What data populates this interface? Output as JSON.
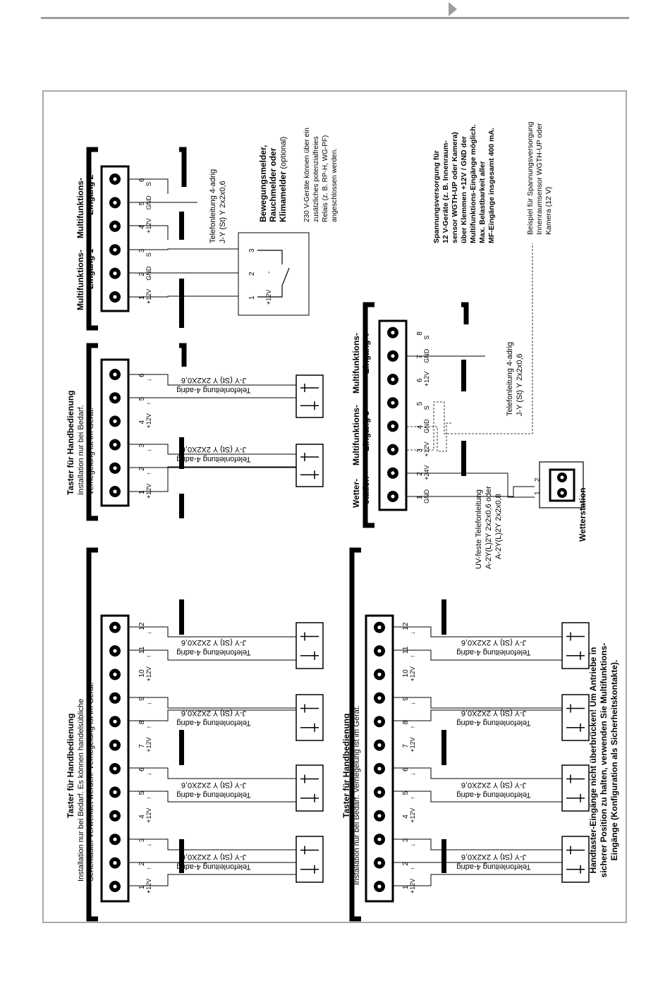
{
  "header": {
    "accent_color": "#9c9c9c"
  },
  "blocks": {
    "hand_a": {
      "title": "Taster für Handbedienung",
      "line1": "Installation nur bei Bedarf. Es können handelsübliche",
      "line2": "Serientaster verwendet werden. Verriegelung ist im Gerät.",
      "terminals": [
        "1",
        "2",
        "3",
        "4",
        "5",
        "6",
        "7",
        "8",
        "9",
        "10",
        "11",
        "12"
      ],
      "symbols": [
        "+12V",
        "↑",
        "↓",
        "+12V",
        "↑",
        "↓",
        "+12V",
        "↑",
        "↓",
        "+12V",
        "↑",
        "↓"
      ]
    },
    "hand_b": {
      "title": "Taster für Handbedienung",
      "line1": "Installation nur bei Bedarf. Verriegelung ist im Gerät.",
      "terminals": [
        "1",
        "2",
        "3",
        "4",
        "5",
        "6",
        "7",
        "8",
        "9",
        "10",
        "11",
        "12"
      ],
      "symbols": [
        "+12V",
        "↑",
        "↓",
        "+12V",
        "↑",
        "↓",
        "+12V",
        "↑",
        "↓",
        "+12V",
        "↑",
        "↓"
      ]
    },
    "hand_c": {
      "title": "Taster für Handbedienung",
      "line1": "Installation nur bei Bedarf.",
      "line2": "Verriegelung ist im Gerät.",
      "terminals": [
        "1",
        "2",
        "3",
        "4",
        "5",
        "6"
      ],
      "symbols": [
        "+12V",
        "↑",
        "↓",
        "+12V",
        "↑",
        "↓"
      ]
    },
    "mf12": {
      "title1a": "Multifunktions-",
      "title1b": "Eingang 1",
      "title2a": "Multifunktions-",
      "title2b": "Eingang 2",
      "terminals": [
        "1",
        "2",
        "3",
        "4",
        "5",
        "6"
      ],
      "symbols": [
        "+12V",
        "GND",
        "S",
        "+12V",
        "GND",
        "S"
      ],
      "cable1": "Telefonleitung 4-adrig",
      "cable2": "J-Y (St) Y 2x2x0,6",
      "sensor_title1": "Bewegungsmelder,",
      "sensor_title2": "Rauchmelder oder",
      "sensor_title3": "Klimamelder",
      "sensor_optional": "(optional)",
      "note1": "230 V-Geräte können über ein",
      "note2": "zusätzliches potenzialfreies",
      "note3": "Relais (z. B. RP-H, WG-PF)",
      "note4": "angeschlossen werden.",
      "sensor_pins": [
        "1",
        "2",
        "3"
      ],
      "sensor_symbols": [
        "+12V",
        "-"
      ]
    },
    "mf34": {
      "col_a1": "Wetter-",
      "col_a2": "station",
      "col_b1": "Multifunktions-",
      "col_b2": "Eingang 3",
      "col_c1": "Multifunktions-",
      "col_c2": "Eingang 4",
      "terminals": [
        "1",
        "2",
        "3",
        "4",
        "5",
        "6",
        "7",
        "8"
      ],
      "symbols": [
        "GND",
        "+24V",
        "+12V",
        "GND",
        "S",
        "+12V",
        "GND",
        "S"
      ],
      "uv1": "UV-feste Telefonleitung",
      "uv2": "A-2Y(L)2Y 2x2x0,6 oder",
      "uv3": "A-2Y(L)2Y 2x2x0,8",
      "cable1": "Telefonleitung 4-adrig",
      "cable2": "J-Y (St) Y 2x2x0,6",
      "station_label": "Wetterstation",
      "station_pins": [
        "2",
        "1"
      ]
    }
  },
  "cable": {
    "label1": "Telefonleitung 4-adrig",
    "label2": "J-Y (St) Y 2X2X0,6"
  },
  "notes": {
    "power1": "Spannungsversorgung für",
    "power2": "12 V-Geräte (z. B. Innenraum-",
    "power3": "sensor WGTH-UP oder Kamera)",
    "power4": "über Klemmen +12V / GND der",
    "power5": "Multifunktions-Eingänge möglich.",
    "power6": "Max. Belastbarkeit aller",
    "power7": "MF-Eingänge insgesamt 400 mA.",
    "example1": "Beispiel für Spannungsversorgung",
    "example2": "Innenraumsensor WGTH-UP oder",
    "example3": "Kamera (12 V)",
    "warning1": "Handtaster-Eingänge nicht überbrücken! Um Antriebe in",
    "warning2": "sicherer Position zu halten, verwenden Sie Multifunktions-",
    "warning3": "Eingänge (Konfiguration als Sicherheitskontakte)."
  }
}
